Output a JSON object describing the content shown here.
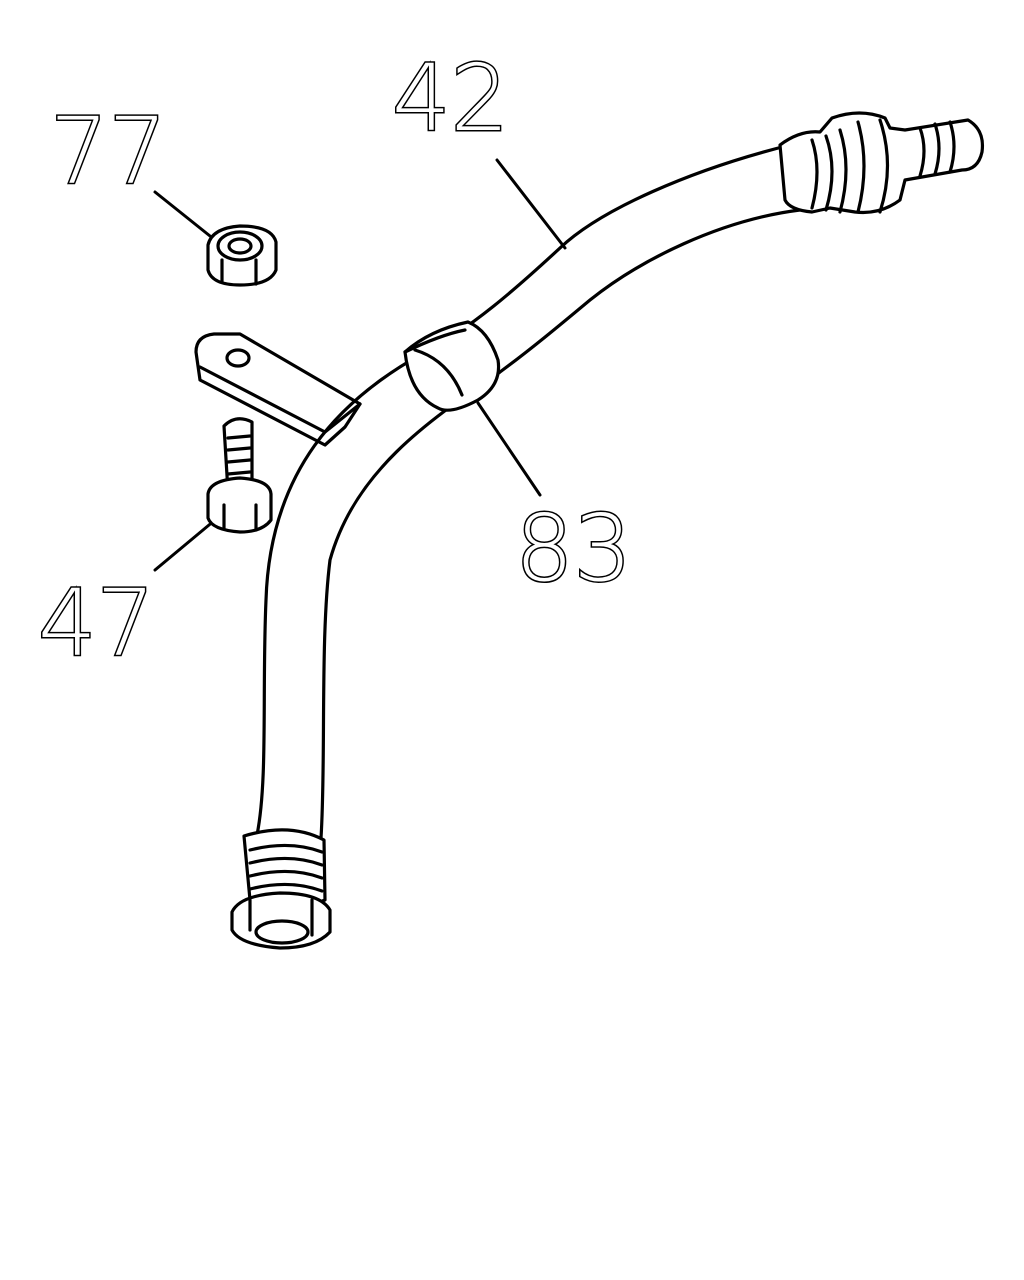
{
  "callouts": [
    {
      "id": "42",
      "label": "42"
    },
    {
      "id": "77",
      "label": "77"
    },
    {
      "id": "83",
      "label": "83"
    },
    {
      "id": "47",
      "label": "47"
    }
  ]
}
